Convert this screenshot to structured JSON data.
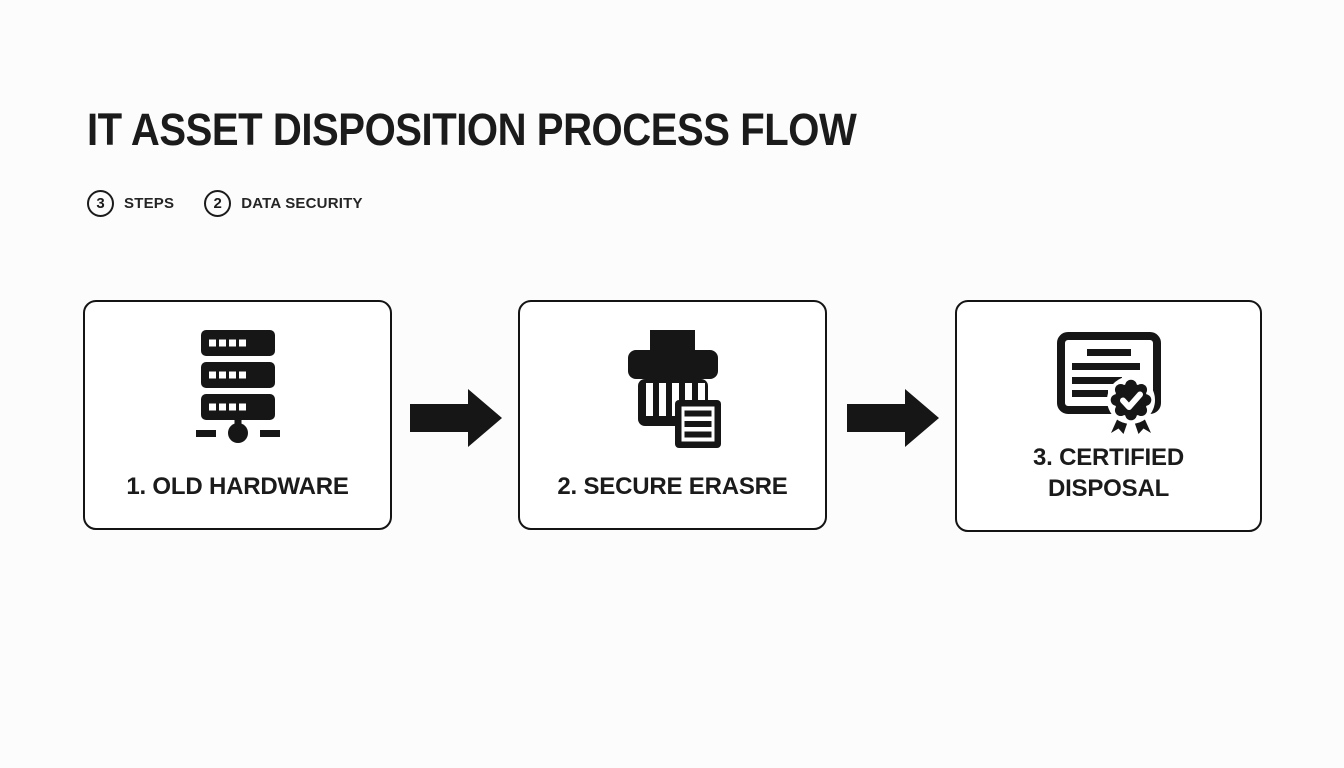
{
  "title": "IT ASSET DISPOSITION PROCESS FLOW",
  "badges": [
    {
      "number": "3",
      "label": "STEPS"
    },
    {
      "number": "2",
      "label": "DATA SECURITY"
    }
  ],
  "steps": [
    {
      "label": "1. OLD HARDWARE",
      "icon": "server-stack-icon"
    },
    {
      "label": "2. SECURE ERASRE",
      "icon": "shredder-icon"
    },
    {
      "label": "3. CERTIFIED DISPOSAL",
      "icon": "certificate-ribbon-icon"
    }
  ],
  "connector_icon": "arrow-right-icon",
  "colors": {
    "ink": "#161616",
    "background": "#fcfcfc",
    "card_background": "#ffffff"
  }
}
